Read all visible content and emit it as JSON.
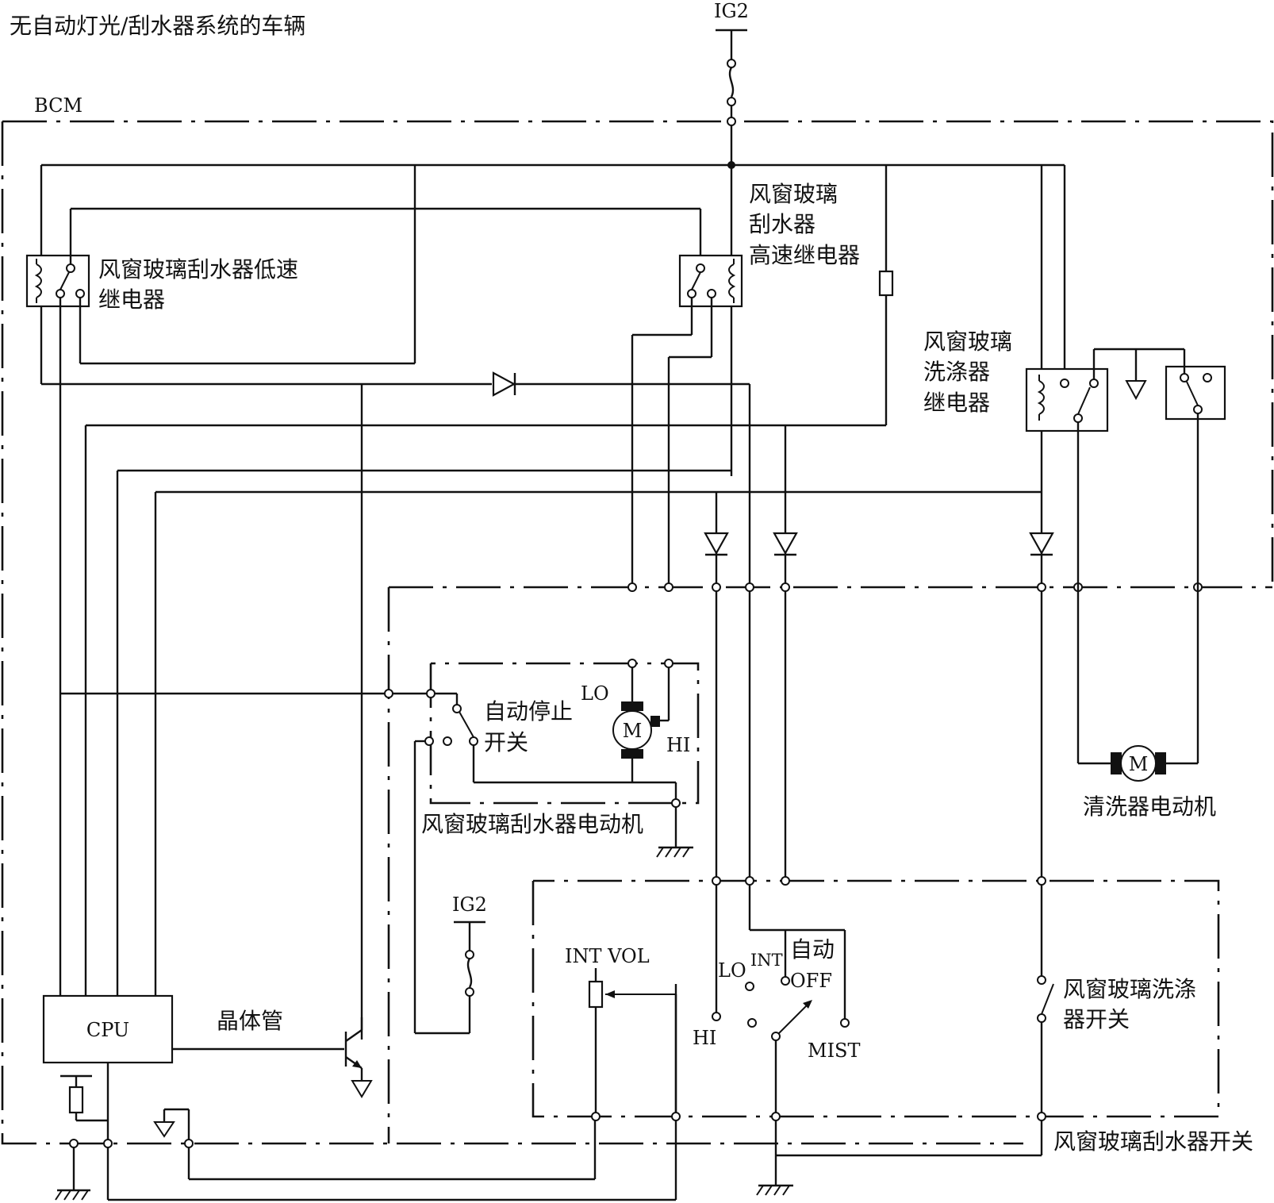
{
  "labels": {
    "vehicle_note": "无自动灯光/刮水器系统的车辆",
    "ig2_top": "IG2",
    "ig2_bottom": "IG2",
    "bcm": "BCM",
    "lo_relay_1": "风窗玻璃刮水器低速",
    "lo_relay_2": "继电器",
    "hi_relay_1": "风窗玻璃",
    "hi_relay_2": "刮水器",
    "hi_relay_3": "高速继电器",
    "washer_relay_1": "风窗玻璃",
    "washer_relay_2": "洗涤器",
    "washer_relay_3": "继电器",
    "autostop_1": "自动停止",
    "autostop_2": "开关",
    "motor_lo": "LO",
    "motor_hi": "HI",
    "motor_m": "M",
    "wiper_motor": "风窗玻璃刮水器电动机",
    "washer_motor_m": "M",
    "washer_motor": "清洗器电动机",
    "cpu": "CPU",
    "transistor": "晶体管",
    "int_vol": "INT VOL",
    "sw_hi": "HI",
    "sw_lo": "LO",
    "sw_int": "INT",
    "sw_auto": "自动",
    "sw_off": "OFF",
    "sw_mist": "MIST",
    "washer_switch_1": "风窗玻璃洗涤",
    "washer_switch_2": "器开关",
    "wiper_switch": "风窗玻璃刮水器开关"
  }
}
